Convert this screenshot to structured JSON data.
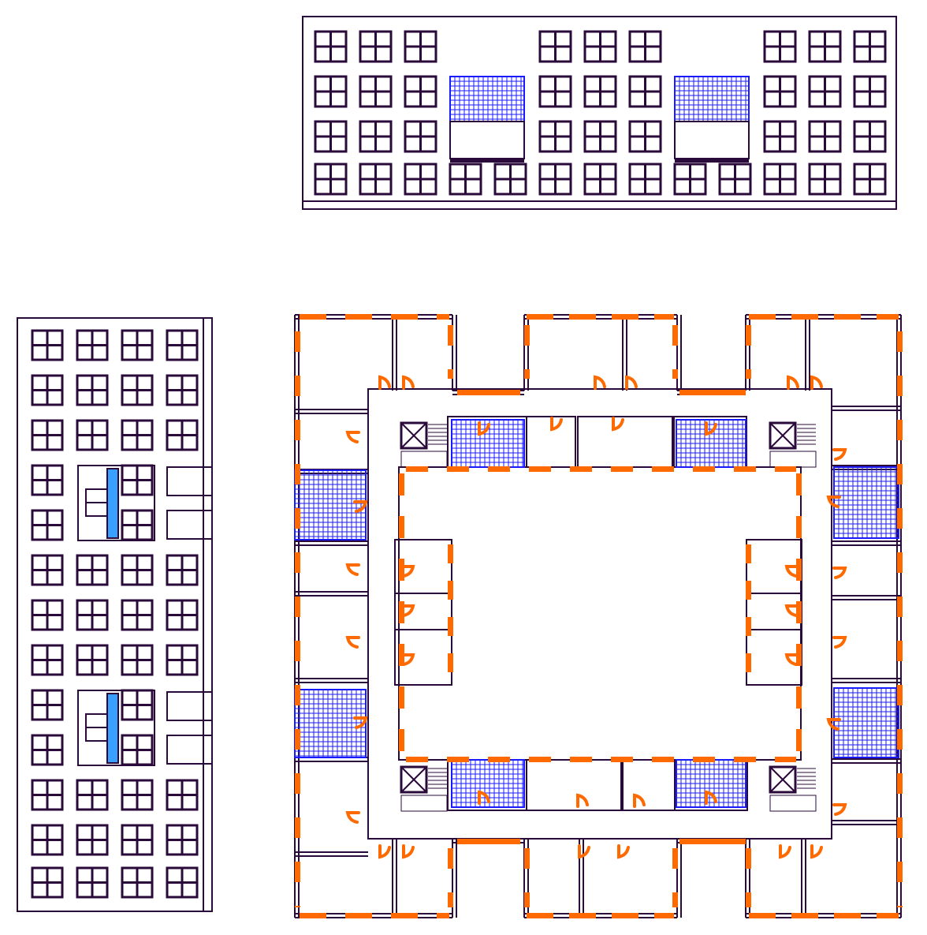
{
  "colors": {
    "line": "#2a0a3a",
    "wall_opening": "#ff6a00",
    "glazing_grid": "#1a1aff",
    "glass_strip": "#3aa0ff",
    "background": "#ffffff"
  },
  "views": [
    {
      "name": "front-elevation",
      "floors": 4,
      "window_bays": 13,
      "glazed_stair_panels": 2
    },
    {
      "name": "side-elevation",
      "floors": 13,
      "window_columns": 4,
      "stair_bays": 2
    },
    {
      "name": "floor-plan",
      "layout": "courtyard",
      "stair_cores": 4,
      "glazed_stairwells": 8
    }
  ],
  "icons": [
    "window-icon",
    "door-swing-icon",
    "stair-icon",
    "elevator-icon"
  ]
}
